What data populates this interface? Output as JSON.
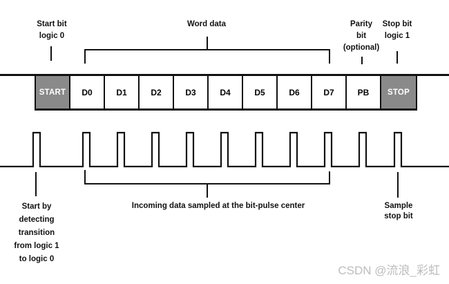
{
  "diagram": {
    "title_semantic": "Asynchronous serial (UART) frame format with sampling pulses",
    "top_labels": {
      "start_bit": "Start bit\nlogic 0",
      "word_data": "Word data",
      "parity_bit": "Parity\nbit\n(optional)",
      "stop_bit": "Stop bit\nlogic 1"
    },
    "frame_boxes": [
      {
        "label": "START",
        "type": "control"
      },
      {
        "label": "D0",
        "type": "data"
      },
      {
        "label": "D1",
        "type": "data"
      },
      {
        "label": "D2",
        "type": "data"
      },
      {
        "label": "D3",
        "type": "data"
      },
      {
        "label": "D4",
        "type": "data"
      },
      {
        "label": "D5",
        "type": "data"
      },
      {
        "label": "D6",
        "type": "data"
      },
      {
        "label": "D7",
        "type": "data"
      },
      {
        "label": "PB",
        "type": "data"
      },
      {
        "label": "STOP",
        "type": "control"
      }
    ],
    "bottom_labels": {
      "start_detect": "Start by\ndetecting\ntransition\nfrom logic 1\nto logic 0",
      "sampled": "Incoming data sampled at the bit-pulse center",
      "sample_stop": "Sample\nstop bit"
    },
    "colors": {
      "line": "#111111",
      "control_box_fill": "#8a8a8a",
      "control_box_text": "#ffffff",
      "watermark": "#bcbcbc"
    }
  },
  "watermark": "CSDN @流浪_彩虹"
}
